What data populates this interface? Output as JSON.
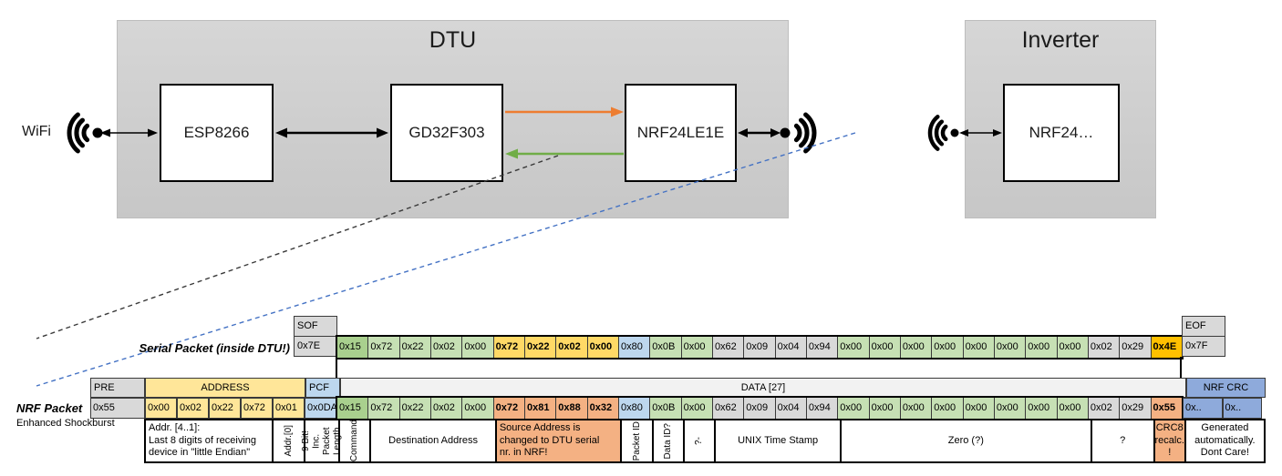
{
  "colors": {
    "gray": "#D9D9D9",
    "green_dark": "#A9D08E",
    "green": "#C6E0B4",
    "yellow": "#FFE699",
    "yellow_bold": "#FFD966",
    "blue_light": "#BDD7EE",
    "blue": "#8EAADB",
    "salmon": "#F4B183",
    "orange": "#FFC000",
    "data_header": "#F2F2F2",
    "white": "#FFFFFF",
    "orange_arrow": "#ED7D31",
    "green_arrow": "#70AD47",
    "blue_dash": "#4472C4"
  },
  "diagram": {
    "wifi_label": "WiFi",
    "dtu": {
      "title": "DTU",
      "components": [
        "ESP8266",
        "GD32F303",
        "NRF24LE1E"
      ]
    },
    "inverter": {
      "title": "Inverter",
      "component": "NRF24…"
    }
  },
  "serial_packet": {
    "label": "Serial Packet (inside DTU!)",
    "sof_header": "SOF",
    "sof_value": "0x7E",
    "eof_header": "EOF",
    "eof_value": "0x7F",
    "bytes": [
      {
        "v": "0x15",
        "c": "green_dark"
      },
      {
        "v": "0x72",
        "c": "green"
      },
      {
        "v": "0x22",
        "c": "green"
      },
      {
        "v": "0x02",
        "c": "green"
      },
      {
        "v": "0x00",
        "c": "green"
      },
      {
        "v": "0x72",
        "c": "yellow_bold",
        "b": true
      },
      {
        "v": "0x22",
        "c": "yellow_bold",
        "b": true
      },
      {
        "v": "0x02",
        "c": "yellow_bold",
        "b": true
      },
      {
        "v": "0x00",
        "c": "yellow_bold",
        "b": true
      },
      {
        "v": "0x80",
        "c": "blue_light"
      },
      {
        "v": "0x0B",
        "c": "green"
      },
      {
        "v": "0x00",
        "c": "green"
      },
      {
        "v": "0x62",
        "c": "gray"
      },
      {
        "v": "0x09",
        "c": "gray"
      },
      {
        "v": "0x04",
        "c": "gray"
      },
      {
        "v": "0x94",
        "c": "gray"
      },
      {
        "v": "0x00",
        "c": "green"
      },
      {
        "v": "0x00",
        "c": "green"
      },
      {
        "v": "0x00",
        "c": "green"
      },
      {
        "v": "0x00",
        "c": "green"
      },
      {
        "v": "0x00",
        "c": "green"
      },
      {
        "v": "0x00",
        "c": "green"
      },
      {
        "v": "0x00",
        "c": "green"
      },
      {
        "v": "0x00",
        "c": "green"
      },
      {
        "v": "0x02",
        "c": "gray"
      },
      {
        "v": "0x29",
        "c": "gray"
      },
      {
        "v": "0x4E",
        "c": "orange",
        "b": true
      }
    ]
  },
  "nrf_packet": {
    "label": "NRF Packet",
    "sublabel": "Enhanced Shockburst",
    "pre_header": "PRE",
    "pre_value": "0x55",
    "address_header": "ADDRESS",
    "address_values": [
      "0x00",
      "0x02",
      "0x22",
      "0x72",
      "0x01"
    ],
    "pcf_header": "PCF",
    "pcf_value": "0x0DA",
    "data_header": "DATA [27]",
    "crc_header": "NRF CRC",
    "crc_values": [
      "0x..",
      "0x.."
    ],
    "bytes": [
      {
        "v": "0x15",
        "c": "green_dark"
      },
      {
        "v": "0x72",
        "c": "green"
      },
      {
        "v": "0x22",
        "c": "green"
      },
      {
        "v": "0x02",
        "c": "green"
      },
      {
        "v": "0x00",
        "c": "green"
      },
      {
        "v": "0x72",
        "c": "salmon",
        "b": true
      },
      {
        "v": "0x81",
        "c": "salmon",
        "b": true
      },
      {
        "v": "0x88",
        "c": "salmon",
        "b": true
      },
      {
        "v": "0x32",
        "c": "salmon",
        "b": true
      },
      {
        "v": "0x80",
        "c": "blue_light"
      },
      {
        "v": "0x0B",
        "c": "green"
      },
      {
        "v": "0x00",
        "c": "green"
      },
      {
        "v": "0x62",
        "c": "gray"
      },
      {
        "v": "0x09",
        "c": "gray"
      },
      {
        "v": "0x04",
        "c": "gray"
      },
      {
        "v": "0x94",
        "c": "gray"
      },
      {
        "v": "0x00",
        "c": "green"
      },
      {
        "v": "0x00",
        "c": "green"
      },
      {
        "v": "0x00",
        "c": "green"
      },
      {
        "v": "0x00",
        "c": "green"
      },
      {
        "v": "0x00",
        "c": "green"
      },
      {
        "v": "0x00",
        "c": "green"
      },
      {
        "v": "0x00",
        "c": "green"
      },
      {
        "v": "0x00",
        "c": "green"
      },
      {
        "v": "0x02",
        "c": "gray"
      },
      {
        "v": "0x29",
        "c": "gray"
      },
      {
        "v": "0x55",
        "c": "salmon",
        "b": true
      }
    ]
  },
  "annotations": [
    {
      "text": "Addr. [4..1]:\nLast 8 digits of receiving\ndevice in \"little Endian\"",
      "cells": 4,
      "zone": "addr",
      "bg": "white",
      "align": "left"
    },
    {
      "text": "Addr.[0]",
      "cells": 1,
      "zone": "addr",
      "vertical": true
    },
    {
      "text": "9 Bit!\nInc. Packet\nLength",
      "cells": 1,
      "zone": "pcf",
      "vertical": true
    },
    {
      "text": "Command",
      "cells": 1,
      "zone": "data",
      "vertical": true
    },
    {
      "text": "Destination Address",
      "cells": 4,
      "zone": "data"
    },
    {
      "text": "Source Address is\nchanged to DTU serial\nnr. in NRF!",
      "cells": 4,
      "zone": "data",
      "bg": "salmon",
      "align": "left"
    },
    {
      "text": "Packet ID",
      "cells": 1,
      "zone": "data",
      "vertical": true
    },
    {
      "text": "Data ID?",
      "cells": 1,
      "zone": "data",
      "vertical": true
    },
    {
      "text": "?-",
      "cells": 1,
      "zone": "data",
      "vertical": true
    },
    {
      "text": "UNIX Time Stamp",
      "cells": 4,
      "zone": "data"
    },
    {
      "text": "Zero (?)",
      "cells": 8,
      "zone": "data"
    },
    {
      "text": "?",
      "cells": 2,
      "zone": "data"
    },
    {
      "text": "CRC8\nrecalc.\n!",
      "cells": 1,
      "zone": "data",
      "bg": "salmon"
    },
    {
      "text": "Generated\nautomatically.\nDont Care!",
      "cells": 2,
      "zone": "crc"
    }
  ]
}
